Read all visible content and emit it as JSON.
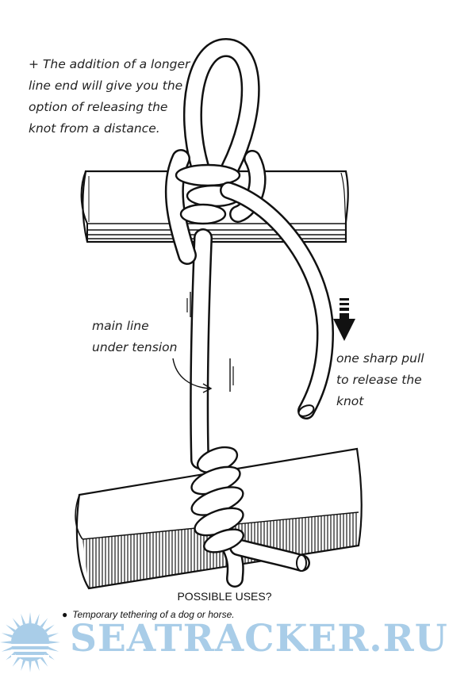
{
  "notes": {
    "release_lines": [
      "+ The addition of a longer",
      "line end will give you the",
      "option of releasing the",
      "knot from a distance."
    ],
    "main_line_lines": [
      "main line",
      "under tension"
    ],
    "pull_lines": [
      "one sharp pull",
      "to release the",
      "knot"
    ]
  },
  "uses": {
    "title": "POSSIBLE USES?",
    "items": [
      "Temporary tethering of a dog or horse."
    ]
  },
  "watermark": {
    "text": "SEATRACKER.RU",
    "color": "#a9cde8"
  },
  "colors": {
    "ink": "#111111",
    "paper": "#ffffff"
  }
}
